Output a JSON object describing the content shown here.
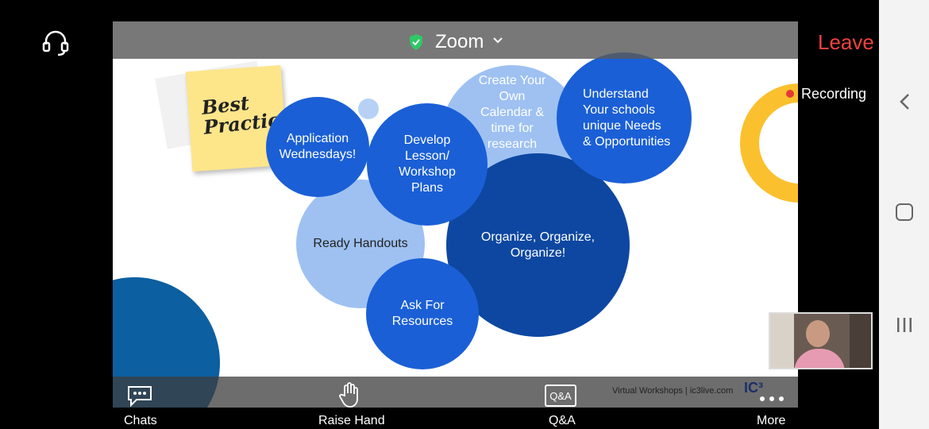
{
  "header": {
    "title": "Zoom",
    "leave_label": "Leave",
    "recording_label": "Recording"
  },
  "slide": {
    "sticky_note": "Best Practice",
    "circles": {
      "application": "Application Wednesdays!",
      "develop": "Develop Lesson/ Workshop Plans",
      "calendar": "Create Your Own Calendar & time for research",
      "understand": "Understand Your schools unique Needs & Opportunities",
      "handouts": "Ready Handouts",
      "organize": "Organize, Organize, Organize!",
      "resources": "Ask For Resources"
    },
    "footer_text": "Virtual Workshops | ic3live.com",
    "logo_text": "IC³"
  },
  "toolbar": {
    "chats_label": "Chats",
    "raise_hand_label": "Raise Hand",
    "qa_label": "Q&A",
    "qa_icon_text": "Q&A",
    "more_label": "More"
  },
  "colors": {
    "leave": "#f04141",
    "circle_blue": "#1a5fd6",
    "circle_dark": "#0d47a1",
    "circle_light": "#9ec1f2",
    "ring_yellow": "#fbc02d"
  },
  "icons": [
    "headset-icon",
    "shield-check-icon",
    "chevron-down-icon",
    "chat-icon",
    "hand-icon",
    "qa-icon",
    "more-dots-icon",
    "back-icon",
    "home-icon",
    "recents-icon"
  ]
}
